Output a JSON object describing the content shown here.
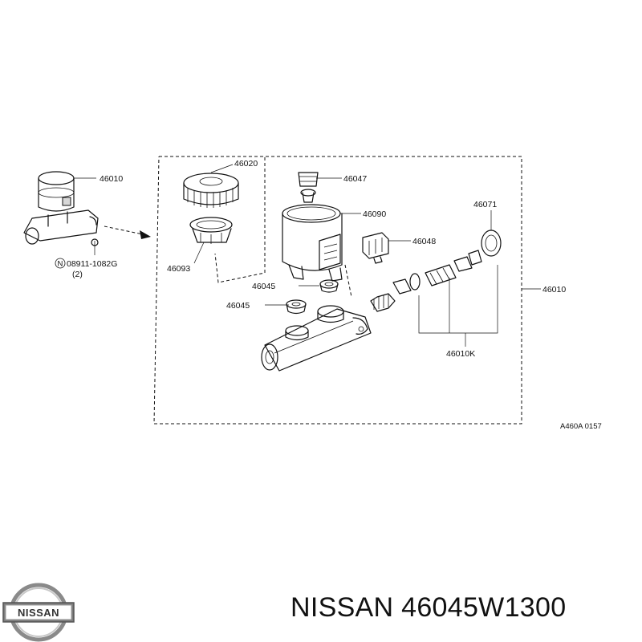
{
  "diagram": {
    "callouts": {
      "c46010_top": "46010",
      "c46020": "46020",
      "c46047": "46047",
      "c46090": "46090",
      "c46071": "46071",
      "c46048": "46048",
      "c46093": "46093",
      "c46045_a": "46045",
      "c46045_b": "46045",
      "c46010_right": "46010",
      "c46010K": "46010K",
      "bolt_part": "08911-1082G",
      "bolt_qty": "(2)",
      "bolt_prefix": "N"
    },
    "figure_ref": "A460A 0157"
  },
  "logo": {
    "brand": "NISSAN"
  },
  "footer": {
    "title": "NISSAN 46045W1300"
  }
}
